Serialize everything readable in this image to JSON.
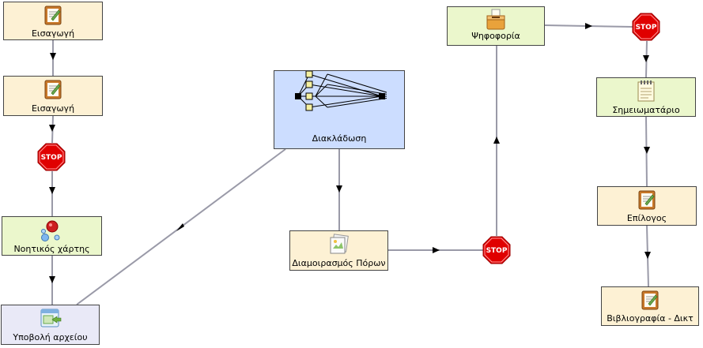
{
  "diagram": {
    "stop_label": "STOP",
    "nodes": {
      "intro1": {
        "label": "Εισαγωγή",
        "icon": "notebook-icon"
      },
      "intro2": {
        "label": "Εισαγωγή",
        "icon": "notebook-icon"
      },
      "mindmap": {
        "label": "Νοητικός χάρτης",
        "icon": "mindmap-bubbles-icon"
      },
      "upload": {
        "label": "Υποβολή αρχείου",
        "icon": "file-upload-icon"
      },
      "branching": {
        "label": "Διακλάδωση",
        "icon": "branching-icon"
      },
      "share": {
        "label": "Διαμοιρασμός Πόρων",
        "icon": "share-resources-icon"
      },
      "vote": {
        "label": "Ψηφοφορία",
        "icon": "ballot-box-icon"
      },
      "notepad": {
        "label": "Σημειωματάριο",
        "icon": "notepad-icon"
      },
      "epilogue": {
        "label": "Επίλογος",
        "icon": "notebook-icon"
      },
      "bibliography": {
        "label": "Βιβλιογραφία - Δικτ",
        "icon": "notebook-icon"
      }
    },
    "colors": {
      "activity": "#fdf1d4",
      "group": "#ebf7cc",
      "branch": "#ccddff",
      "submission": "#e9e9f7",
      "stop": "#e00000",
      "connector": "#9a9aa8"
    }
  }
}
